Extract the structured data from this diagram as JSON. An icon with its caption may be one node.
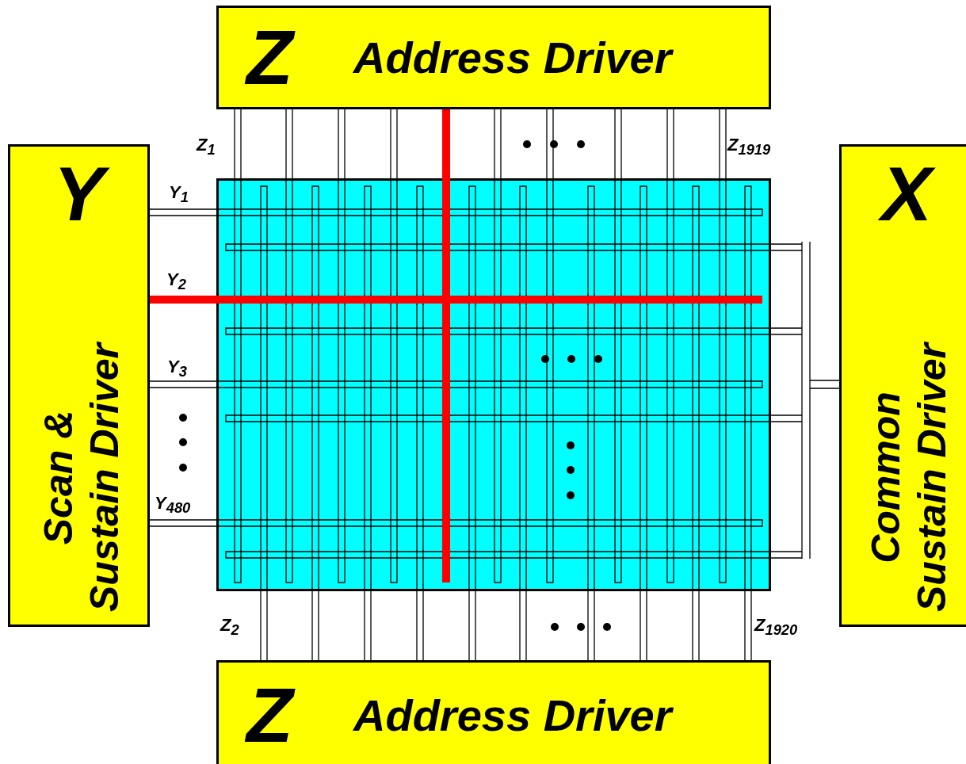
{
  "diagram": {
    "nodes": [
      {
        "text": [
          "Z",
          "Address Driver"
        ]
      },
      {
        "text": [
          "Y",
          "Scan & Sustain Driver"
        ]
      },
      {
        "text": [],
        "shape": "box"
      },
      {
        "text": [
          "X",
          "Common Sustain Driver"
        ]
      },
      {
        "text": [
          "Z",
          "Address Driver"
        ]
      }
    ],
    "labels": [
      "Z$_{1}$",
      "Z$_{1919}$",
      "Y$_{1}$",
      "Y$_{2}$",
      "Y$_{3}$",
      "Y$_{480}$",
      "Z$_{2}$",
      "Z$_{1920}$"
    ]
  }
}
